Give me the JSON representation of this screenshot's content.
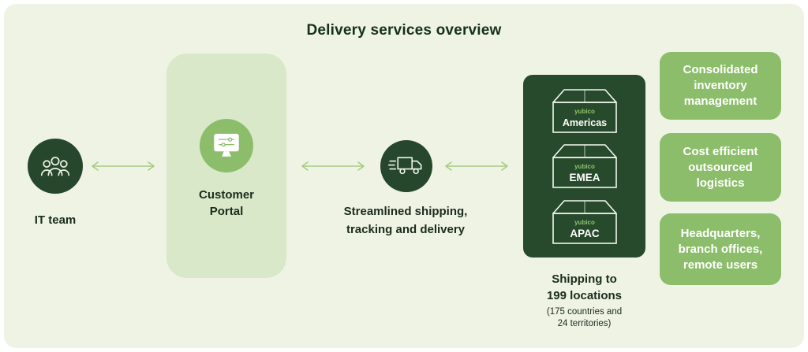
{
  "title": "Delivery services overview",
  "it_team": {
    "label": "IT team"
  },
  "customer_portal": {
    "line1": "Customer",
    "line2": "Portal"
  },
  "shipping": {
    "line1": "Streamlined shipping,",
    "line2": "tracking and delivery"
  },
  "regions": {
    "items": [
      {
        "brand": "yubico",
        "name": "Americas"
      },
      {
        "brand": "yubico",
        "name": "EMEA"
      },
      {
        "brand": "yubico",
        "name": "APAC"
      }
    ],
    "caption": {
      "line1": "Shipping to",
      "line2": "199 locations",
      "sub1": "(175 countries and",
      "sub2": "24 territories)"
    }
  },
  "benefits": [
    {
      "line1": "Consolidated",
      "line2": "inventory",
      "line3": "management"
    },
    {
      "line1": "Cost efficient",
      "line2": "outsourced",
      "line3": "logistics"
    },
    {
      "line1": "Headquarters,",
      "line2": "branch offices,",
      "line3": "remote users"
    }
  ],
  "colors": {
    "background": "#eff3e4",
    "dark_green": "#26472b",
    "panel_light_green": "#d9e8c8",
    "mid_green": "#8cbd6b",
    "arrow_green": "#a6cc84",
    "brand_text_green": "#8fc36f",
    "text_dark": "#1a2c1d",
    "white": "#ffffff"
  }
}
